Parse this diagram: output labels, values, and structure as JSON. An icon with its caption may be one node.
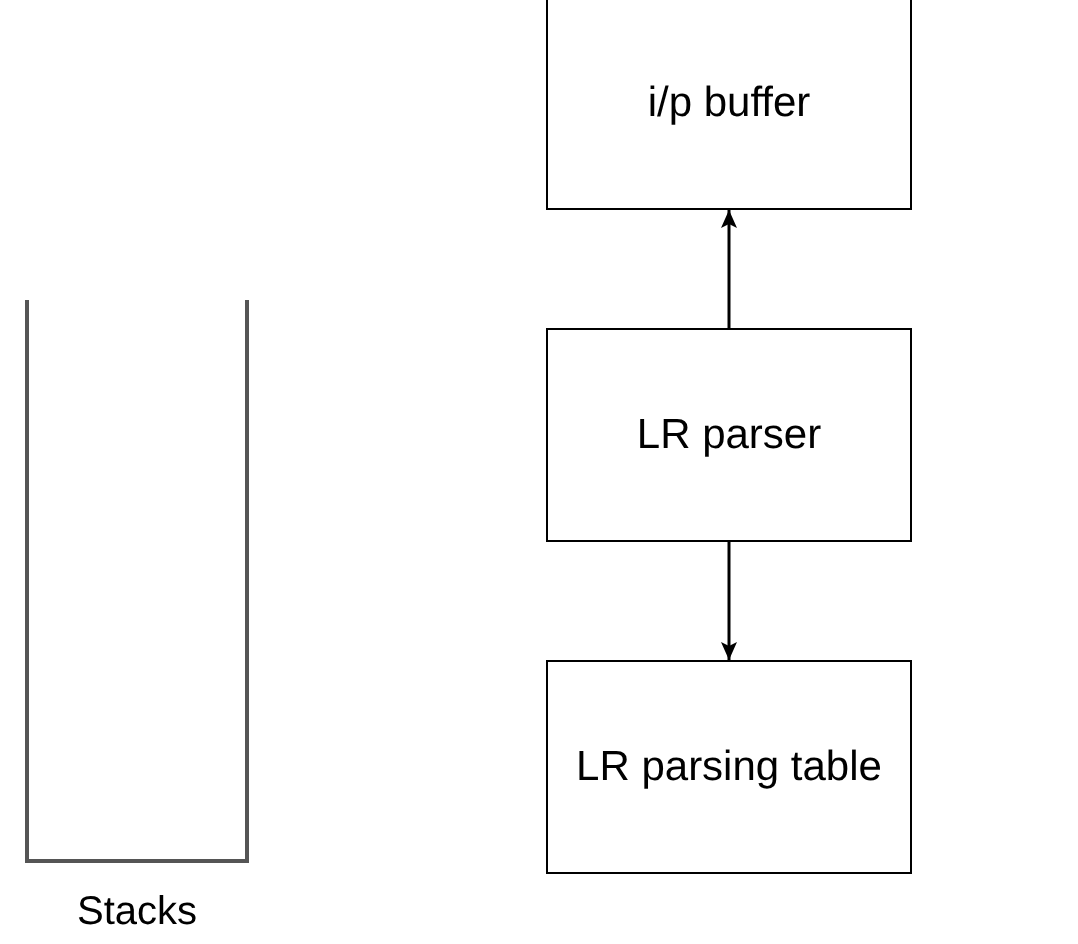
{
  "diagram": {
    "nodes": [
      {
        "text": [
          "i/p buffer"
        ]
      },
      {
        "text": [
          "LR parser"
        ]
      },
      {
        "text": [
          "LR parsing table"
        ]
      },
      {
        "text": [
          "Stacks"
        ]
      }
    ],
    "edges": [
      {
        "from": 1,
        "to": 0,
        "arrow": "to"
      },
      {
        "from": 1,
        "to": 2,
        "arrow": "to"
      }
    ]
  }
}
